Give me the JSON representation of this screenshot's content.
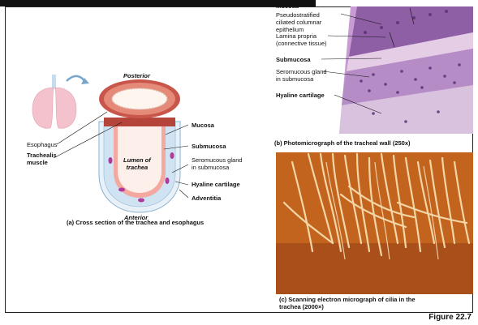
{
  "labels": {
    "mucosa_top": "Mucosa",
    "pseudostratified": "Pseudostratified\nciliated columnar\nepithelium",
    "lamina_propria": "Lamina propria\n(connective tissue)",
    "submucosa_b": "Submucosa",
    "seromucous_b": "Seromucous gland\nin submucosa",
    "hyaline_b": "Hyaline cartilage",
    "posterior": "Posterior",
    "anterior": "Anterior",
    "esophagus": "Esophagus",
    "trachealis": "Trachealis\nmuscle",
    "lumen": "Lumen of\ntrachea",
    "mucosa_a": "Mucosa",
    "submucosa_a": "Submucosa",
    "seromucous_a": "Seromucous gland\nin submucosa",
    "hyaline_a": "Hyaline cartilage",
    "adventitia": "Adventitia"
  },
  "captions": {
    "a": "(a) Cross section of the trachea and esophagus",
    "b": "(b) Photomicrograph of the tracheal wall (250x)",
    "c": "(c) Scanning electron micrograph of cilia in the\ntrachea (2000×)"
  },
  "figure_label": "Figure 22.7",
  "colors": {
    "cartilage": "#cfe3f3",
    "mucosa": "#f4a9a0",
    "muscle": "#b5453a",
    "esophagus": "#c9564a",
    "gland": "#b03a9a",
    "micro_bg": "#c79bd3",
    "sem_bg": "#c2641e"
  }
}
